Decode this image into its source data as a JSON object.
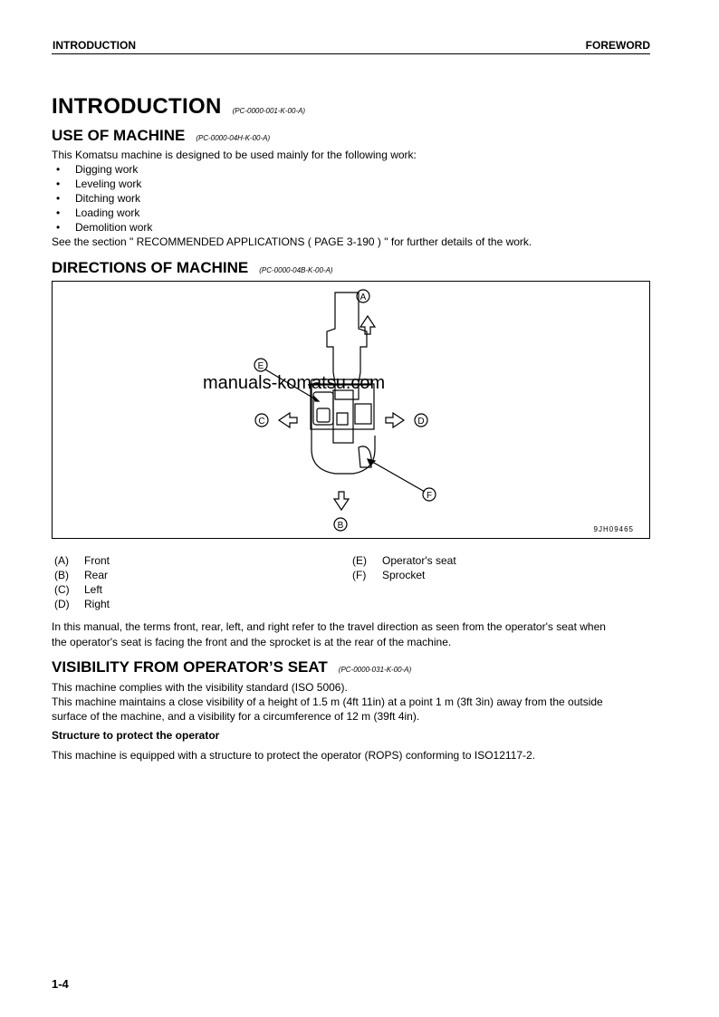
{
  "header": {
    "left": "INTRODUCTION",
    "right": "FOREWORD"
  },
  "intro": {
    "title": "INTRODUCTION",
    "ref": "(PC-0000-001-K-00-A)"
  },
  "use": {
    "title": "USE OF MACHINE",
    "ref": "(PC-0000-04H-K-00-A)",
    "intro": "This Komatsu machine is designed to be used mainly for the following work:",
    "items": [
      "Digging work",
      "Leveling work",
      "Ditching work",
      "Loading work",
      "Demolition work"
    ],
    "see": "See the section \" RECOMMENDED APPLICATIONS ( PAGE 3-190 ) \" for further details of the work."
  },
  "directions": {
    "title": "DIRECTIONS OF MACHINE",
    "ref": "(PC-0000-04B-K-00-A)",
    "figure": {
      "watermark": "manuals-komatsu.com",
      "code": "9JH09465",
      "labels": {
        "A": "A",
        "B": "B",
        "C": "C",
        "D": "D",
        "E": "E",
        "F": "F"
      }
    },
    "legend_left": [
      {
        "key": "(A)",
        "label": "Front"
      },
      {
        "key": "(B)",
        "label": "Rear"
      },
      {
        "key": "(C)",
        "label": "Left"
      },
      {
        "key": "(D)",
        "label": "Right"
      }
    ],
    "legend_right": [
      {
        "key": "(E)",
        "label": "Operator's seat"
      },
      {
        "key": "(F)",
        "label": "Sprocket"
      }
    ],
    "paragraph_1": "In this manual, the terms front, rear, left, and right refer to the travel direction as seen from the operator's seat when",
    "paragraph_2": "the operator's seat is facing the front and the sprocket is at the rear of the machine."
  },
  "visibility": {
    "title": "VISIBILITY FROM OPERATOR’S SEAT",
    "ref": "(PC-0000-031-K-00-A)",
    "line1": "This machine complies with the visibility standard (ISO 5006).",
    "line2": "This machine maintains a close visibility of a height of 1.5 m (4ft 11in) at a point 1 m (3ft 3in) away from the outside",
    "line3": "surface of the machine, and a visibility for a circumference of 12 m (39ft 4in).",
    "subheading": "Structure to protect the operator",
    "line4": "This machine is equipped with a structure to protect the operator (ROPS) conforming to ISO12117-2."
  },
  "footer": {
    "page": "1-4"
  }
}
